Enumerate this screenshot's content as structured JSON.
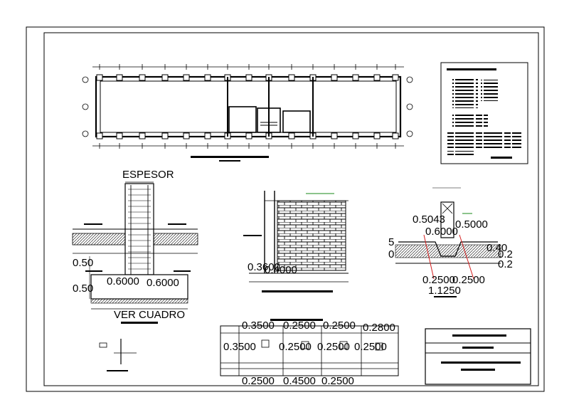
{
  "footing_detail": {
    "thickness_label": "ESPESOR",
    "dim_left_upper": "0.50",
    "dim_left_lower": "0.50",
    "dim_inner_left": "0.6000",
    "dim_inner_right": "0.6000",
    "bottom_label": "VER CUADRO"
  },
  "wall_detail": {
    "dim_a": "0.3600",
    "dim_b": "0.4000"
  },
  "beam_detail": {
    "dim_top_left": "0.5043",
    "dim_top_right": "0.5000",
    "dim_mid": "0.6000",
    "dim_left_1": "5",
    "dim_left_2": "0",
    "dim_right_1": "0.40",
    "dim_right_2": "0.2",
    "dim_right_3": "0.2",
    "dim_bottom_1": "0.2500",
    "dim_bottom_2": "0.2500",
    "dim_bottom_total": "1.1250"
  },
  "footing_table": {
    "top_dims": [
      "0.3500",
      "0.2500",
      "0.2500",
      "0.2800"
    ],
    "mid_dims": [
      "0.3500",
      "0.2500",
      "0.2500",
      "0.2500"
    ],
    "bottom_dims": [
      "0.2500",
      "0.4500",
      "0.2500"
    ]
  },
  "colors": {
    "line": "#000000",
    "accent_green": "#1a8a1a",
    "accent_red": "#d42020"
  }
}
